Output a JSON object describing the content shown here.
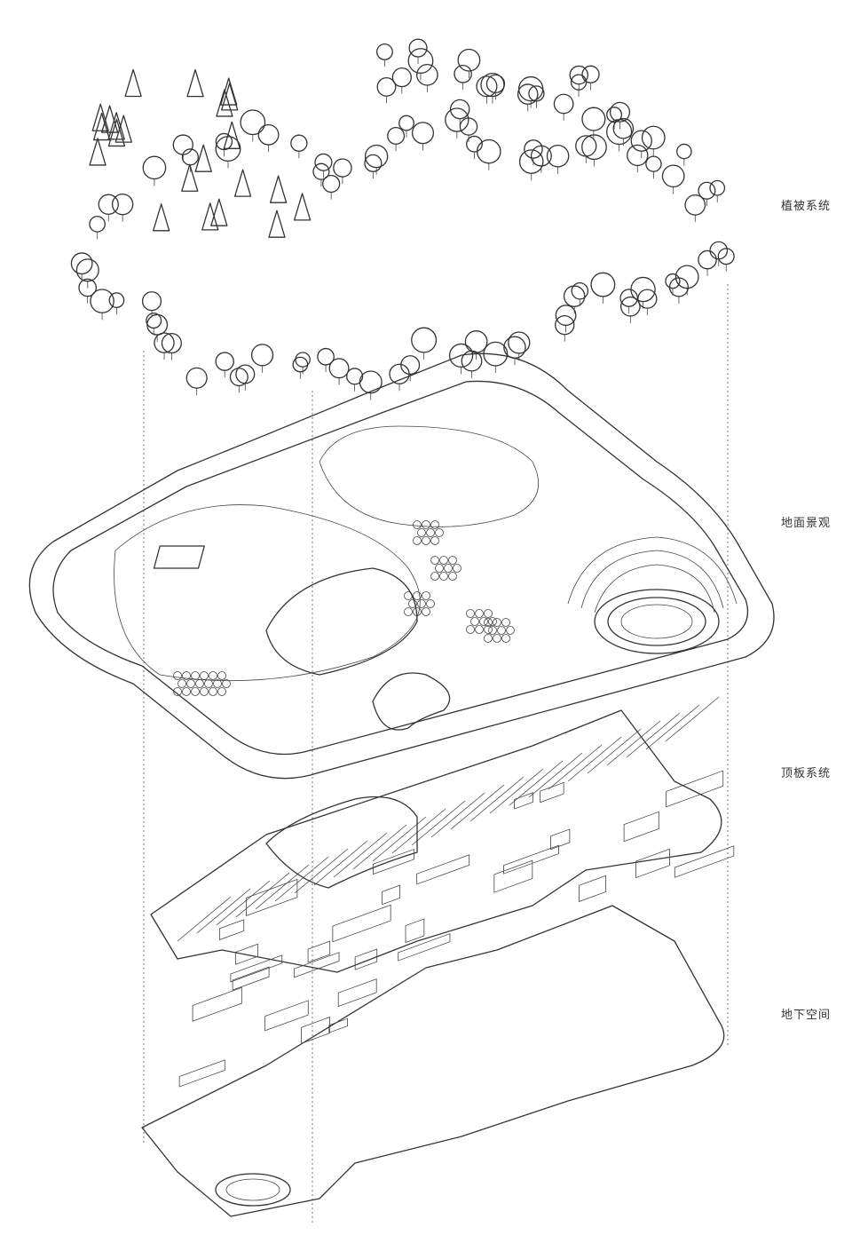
{
  "layers": [
    {
      "id": "vegetation",
      "label": "植被系统"
    },
    {
      "id": "ground",
      "label": "地面景观"
    },
    {
      "id": "roof",
      "label": "顶板系统"
    },
    {
      "id": "underground",
      "label": "地下空间"
    }
  ],
  "colors": {
    "line": "#333333",
    "background": "#ffffff",
    "label": "#333333"
  }
}
